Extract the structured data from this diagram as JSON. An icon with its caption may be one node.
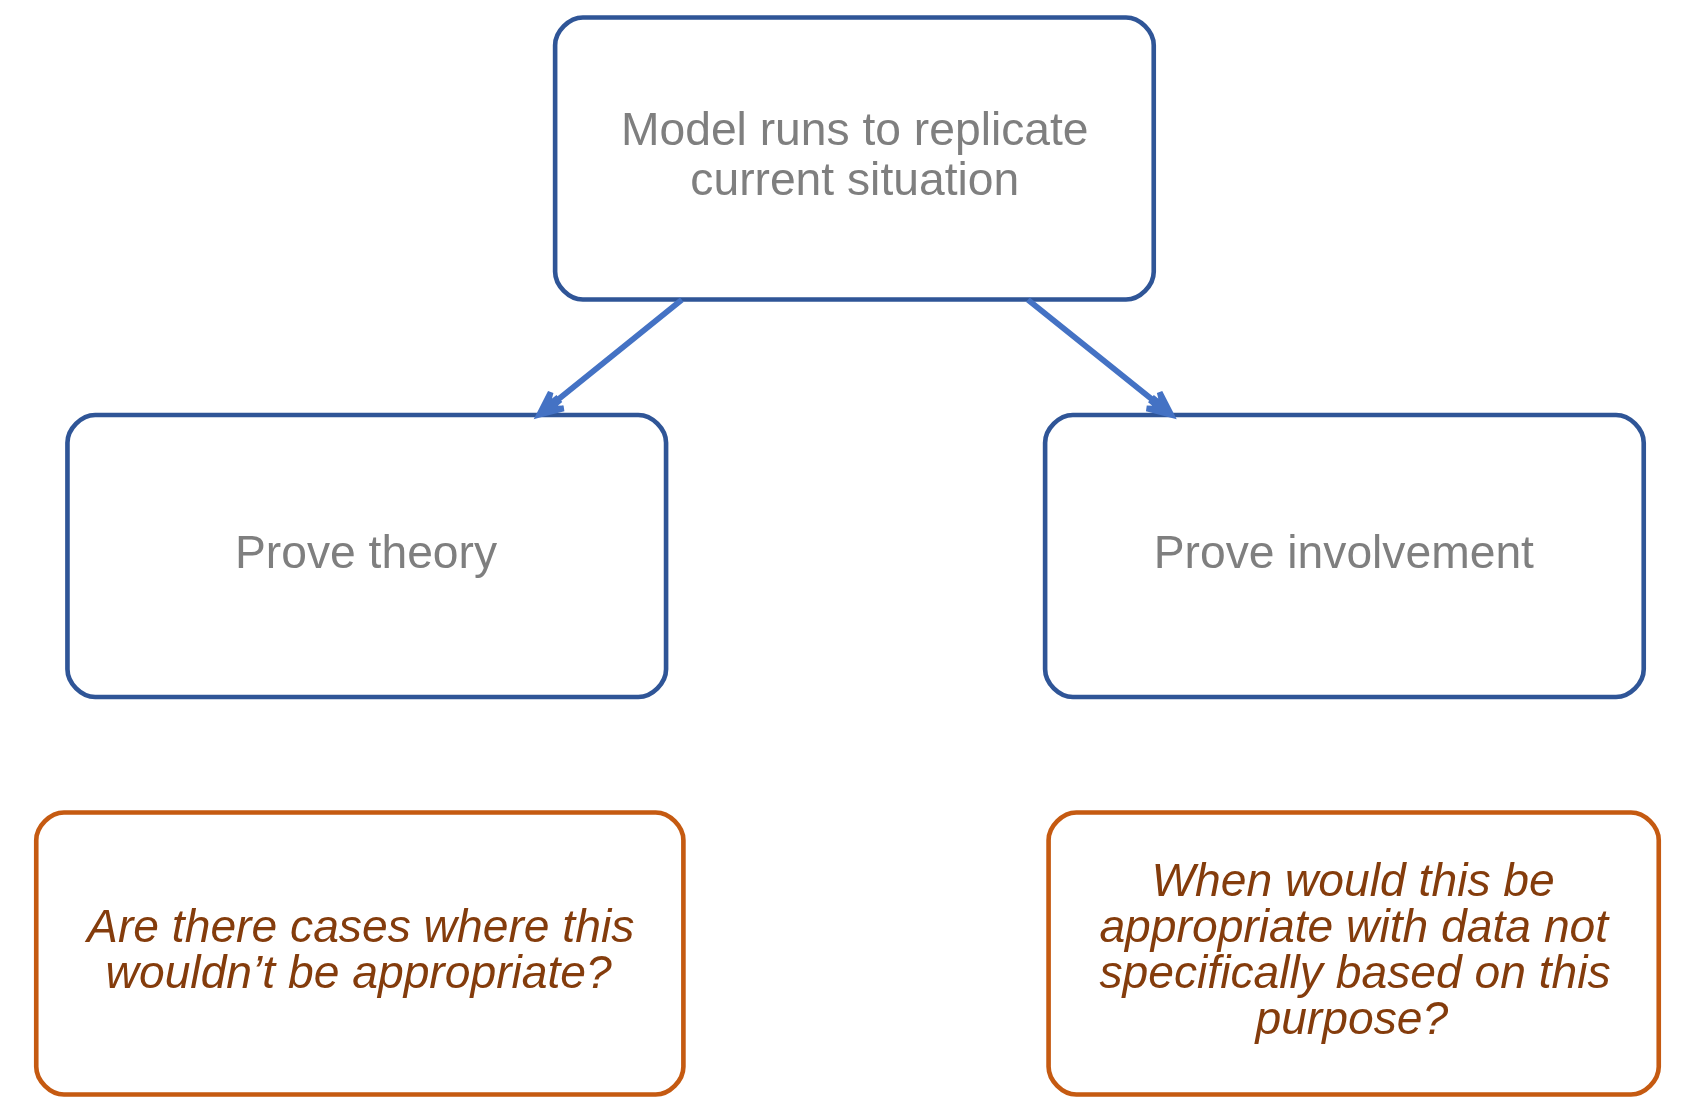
{
  "diagram": {
    "nodes": [
      {
        "text": [
          "Model runs to replicate current situation"
        ]
      },
      {
        "text": [
          "Prove theory"
        ]
      },
      {
        "text": [
          "Prove involvement"
        ]
      },
      {
        "text": [
          "Are there cases where this wouldn’t be appropriate?"
        ]
      },
      {
        "text": [
          "When would this be appropriate with data not specifically based on this purpose?"
        ]
      }
    ],
    "edges": [
      {
        "from": 0,
        "to": 1,
        "arrow": "to"
      },
      {
        "from": 0,
        "to": 2,
        "arrow": "to"
      }
    ]
  }
}
